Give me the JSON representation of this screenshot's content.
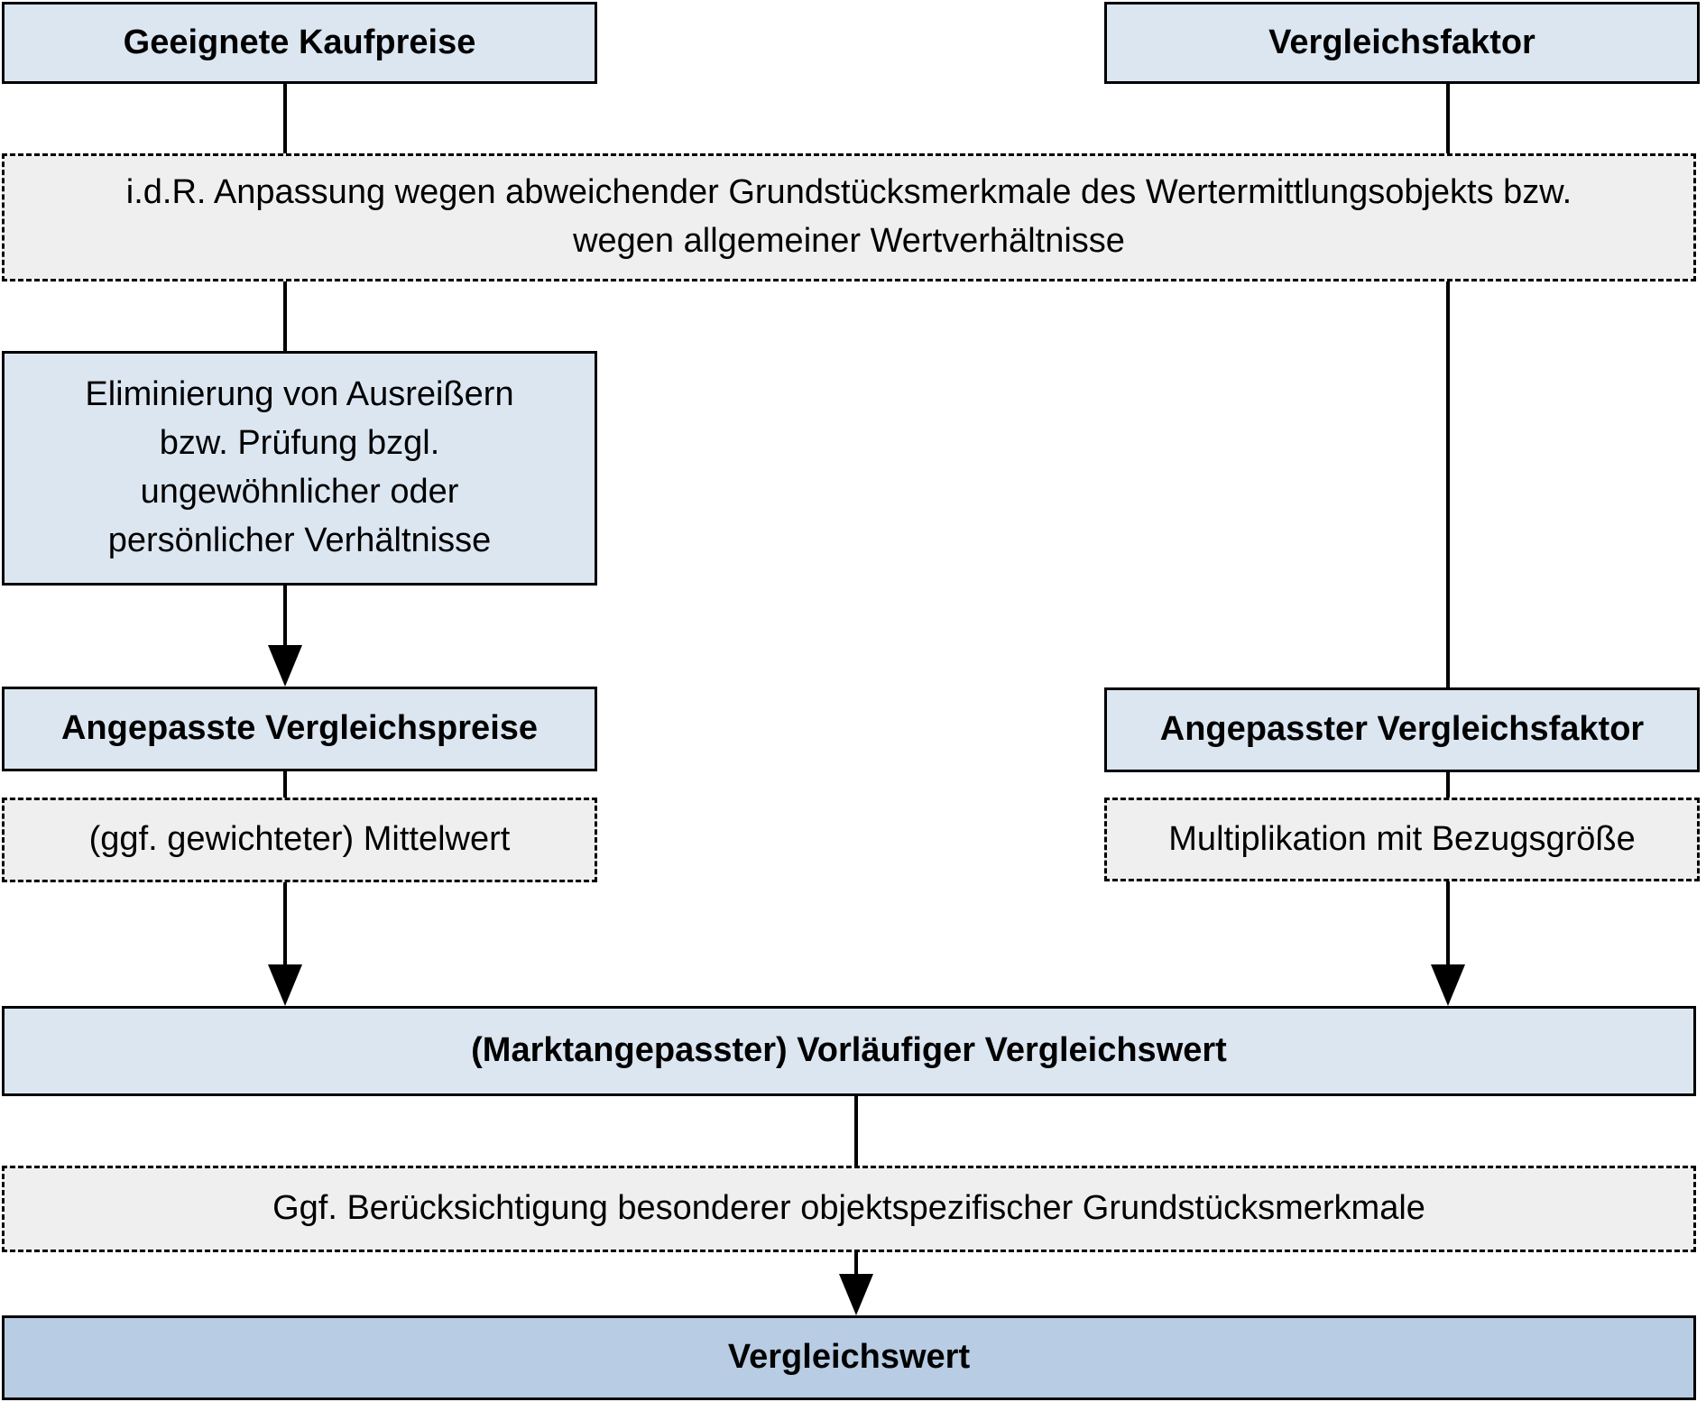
{
  "colors": {
    "node_fill": "#dce6f1",
    "result_fill": "#b8cce4",
    "process_fill": "#efefef",
    "line_color": "#000000",
    "background": "#ffffff"
  },
  "nodes": {
    "geeignete_kaufpreise": {
      "label": "Geeignete Kaufpreise"
    },
    "vergleichsfaktor": {
      "label": "Vergleichsfaktor"
    },
    "anpassung": {
      "label": "i.d.R. Anpassung wegen abweichender Grundstücksmerkmale des Wertermittlungsobjekts bzw.\nwegen allgemeiner Wertverhältnisse"
    },
    "eliminierung": {
      "label": "Eliminierung von Ausreißern\nbzw. Prüfung bzgl.\nungewöhnlicher oder\npersönlicher Verhältnisse"
    },
    "angepasste_vergleichspreise": {
      "label": "Angepasste Vergleichspreise"
    },
    "mittelwert": {
      "label": "(ggf. gewichteter) Mittelwert"
    },
    "angepasster_vergleichsfaktor": {
      "label": "Angepasster Vergleichsfaktor"
    },
    "multiplikation": {
      "label": "Multiplikation mit Bezugsgröße"
    },
    "vorlaeufiger_vergleichswert": {
      "label": "(Marktangepasster) Vorläufiger Vergleichswert"
    },
    "ggf_beruecksichtigung": {
      "label": "Ggf. Berücksichtigung besonderer objektspezifischer Grundstücksmerkmale"
    },
    "vergleichswert": {
      "label": "Vergleichswert"
    }
  }
}
